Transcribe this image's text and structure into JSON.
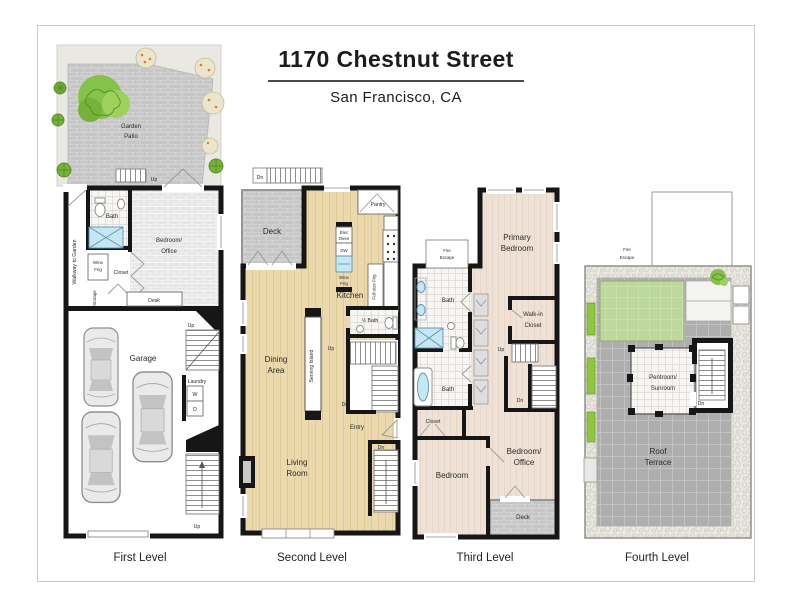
{
  "title": {
    "address": "1170 Chestnut Street",
    "city": "San Francisco, CA"
  },
  "captions": {
    "l1": "First Level",
    "l2": "Second Level",
    "l3": "Third Level",
    "l4": "Fourth Level"
  },
  "colors": {
    "wall": "#161616",
    "text": "#2b2b2b",
    "frame": "#c9c9c9",
    "underline": "#4a4a4a",
    "wood": "#ebd8ac",
    "woodLine": "#dcc68e",
    "room": "#eee1d5",
    "roomLine": "#e6d5c5",
    "paver": "#c6c6c6",
    "paverLine": "#d8d8d8",
    "paverDark": "#aeaeae",
    "paverDarkLine": "#c2c2c2",
    "tile": "#f7f6f3",
    "tileLine": "#dcd9d3",
    "grayTile": "#e7e7e7",
    "grayTileLine": "#f6f6f6",
    "pebble": "#e9e7e0",
    "pebbleLine": "#cfccc2",
    "bedfill": "#eae8e2",
    "greenRoof": "#bdd89d",
    "greenRoofLine": "#cde3ae",
    "planter": "#8ec63f",
    "tree": "#85c24a",
    "treeDark": "#558f2b",
    "bush": "#ece5ce",
    "bushEdge": "#c9bd93",
    "berry": "#d87f2a",
    "water": "#c7e6f4",
    "waterEdge": "#5a93ae"
  },
  "l1": {
    "garden": [
      "Garden",
      "Patio"
    ],
    "walkway": "Walkway to Garden",
    "bath": "Bath",
    "bedroom": [
      "Bedroom/",
      "Office"
    ],
    "wine": [
      "Wine",
      "Frig"
    ],
    "closet": "Closet",
    "storage": "Storage",
    "desk": "Desk",
    "garage": "Garage",
    "laundry": "Laundry",
    "washer": "W",
    "dryer": "D",
    "up": "Up"
  },
  "l2": {
    "dn": "Dn",
    "deck": "Deck",
    "pantry": "Pantry",
    "elec": [
      "Elec",
      "Oven"
    ],
    "dw": "DW",
    "wine": [
      "Wine",
      "Frig"
    ],
    "kitchen": "Kitchen",
    "fullfrig": "Full-size Frig",
    "halfbath": "½ Bath",
    "up": "Up",
    "island": "Serving Island",
    "dining": [
      "Dining",
      "Area"
    ],
    "entry": "Entry",
    "living": [
      "Living",
      "Room"
    ]
  },
  "l3": {
    "fire": [
      "Fire",
      "Escape"
    ],
    "primary": [
      "Primary",
      "Bedroom"
    ],
    "bath": "Bath",
    "walkin": [
      "Walk-in",
      "Closet"
    ],
    "up": "Up",
    "dn": "Dn",
    "closet": "Closet",
    "bedroom": "Bedroom",
    "bedoffice": [
      "Bedroom/",
      "Office"
    ],
    "deck": "Deck"
  },
  "l4": {
    "fire": [
      "Fire",
      "Escape"
    ],
    "pentroom": [
      "Pentroom/",
      "Sunroom"
    ],
    "dn": "Dn",
    "roof": [
      "Roof",
      "Terrace"
    ]
  }
}
